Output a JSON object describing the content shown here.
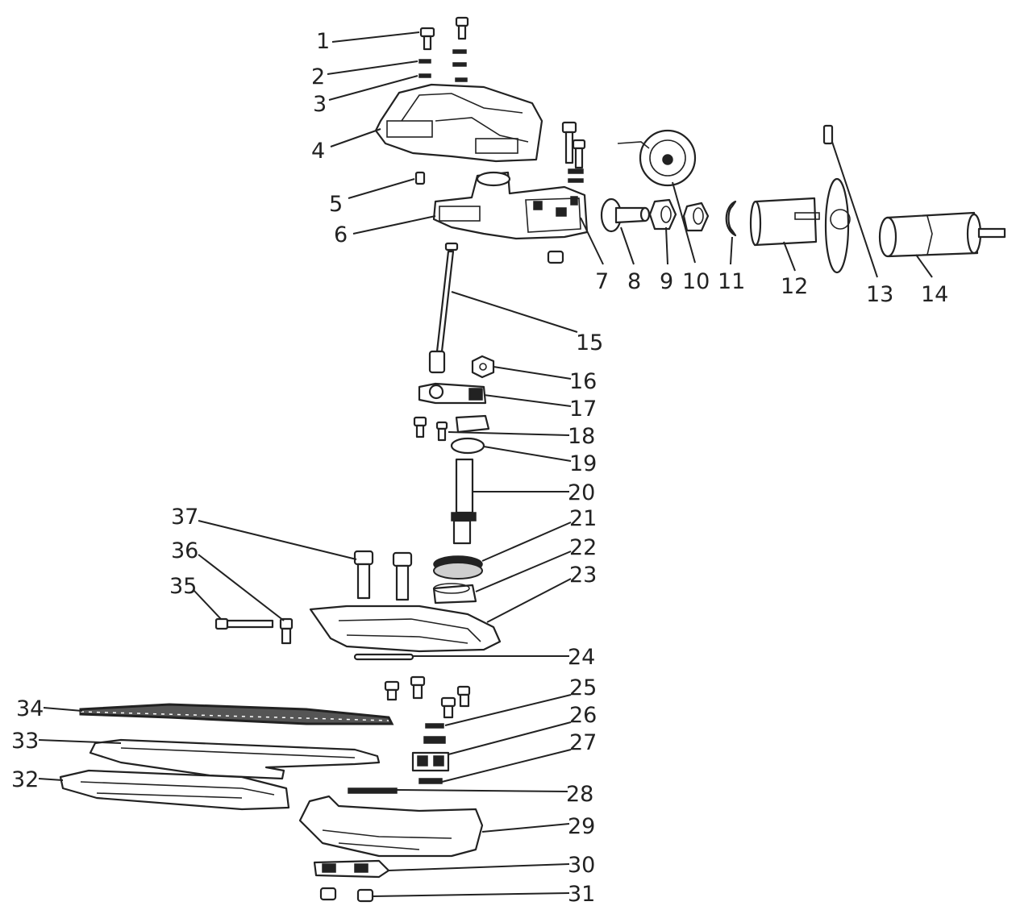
{
  "callouts": [
    {
      "number": "1"
    },
    {
      "number": "2"
    },
    {
      "number": "3"
    },
    {
      "number": "4"
    },
    {
      "number": "5"
    },
    {
      "number": "6"
    },
    {
      "number": "7"
    },
    {
      "number": "8"
    },
    {
      "number": "9"
    },
    {
      "number": "10"
    },
    {
      "number": "11"
    },
    {
      "number": "12"
    },
    {
      "number": "13"
    },
    {
      "number": "14"
    },
    {
      "number": "15"
    },
    {
      "number": "16"
    },
    {
      "number": "17"
    },
    {
      "number": "18"
    },
    {
      "number": "19"
    },
    {
      "number": "20"
    },
    {
      "number": "21"
    },
    {
      "number": "22"
    },
    {
      "number": "23"
    },
    {
      "number": "24"
    },
    {
      "number": "25"
    },
    {
      "number": "26"
    },
    {
      "number": "27"
    },
    {
      "number": "28"
    },
    {
      "number": "29"
    },
    {
      "number": "30"
    },
    {
      "number": "31"
    },
    {
      "number": "32"
    },
    {
      "number": "33"
    },
    {
      "number": "34"
    },
    {
      "number": "35"
    },
    {
      "number": "36"
    },
    {
      "number": "37"
    }
  ]
}
